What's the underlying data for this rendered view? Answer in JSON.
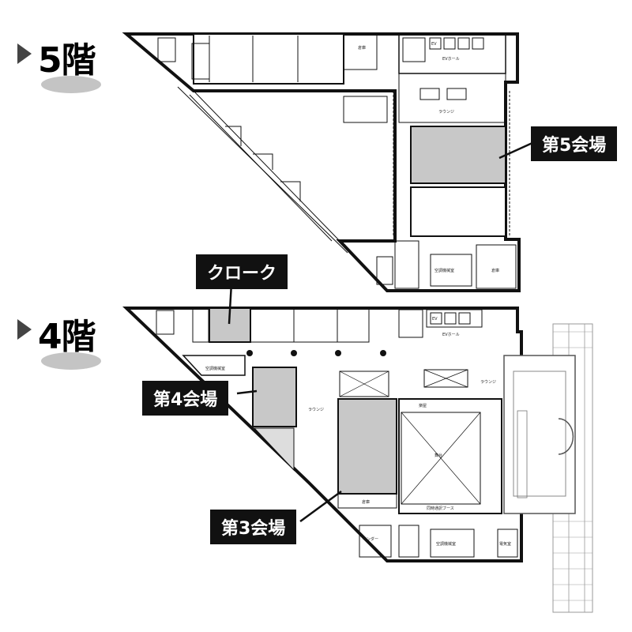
{
  "floors": {
    "f5": {
      "label": "5階"
    },
    "f4": {
      "label": "4階"
    }
  },
  "callouts": {
    "hall5": "第5会場",
    "cloak": "クローク",
    "hall4": "第4会場",
    "hall3": "第3会場"
  },
  "rooms": {
    "f5_storage": "倉庫",
    "f5_evhall": "EVホール",
    "f5_lounge": "ラウンジ",
    "f5_av_room": "空調機械室",
    "f5_storage2": "倉庫",
    "f5_ev": "EV",
    "f4_ev": "EV",
    "f4_evhall": "EVホール",
    "f4_av_room": "空調機械室",
    "f4_lounge": "ラウンジ",
    "f4_lounge2": "ラウンジ",
    "f4_stage": "舞台",
    "f4_control": "同時通訳ブース",
    "f4_backstage": "楽屋",
    "f4_storage": "倉庫",
    "f4_machine": "空調機械室",
    "f4_vending": "ベンダー",
    "f4_power": "電気室"
  },
  "colors": {
    "hall_fill": "#c8c8c8",
    "wall": "#111111",
    "pill": "#c4c4c4",
    "callout_bg": "#111111"
  }
}
